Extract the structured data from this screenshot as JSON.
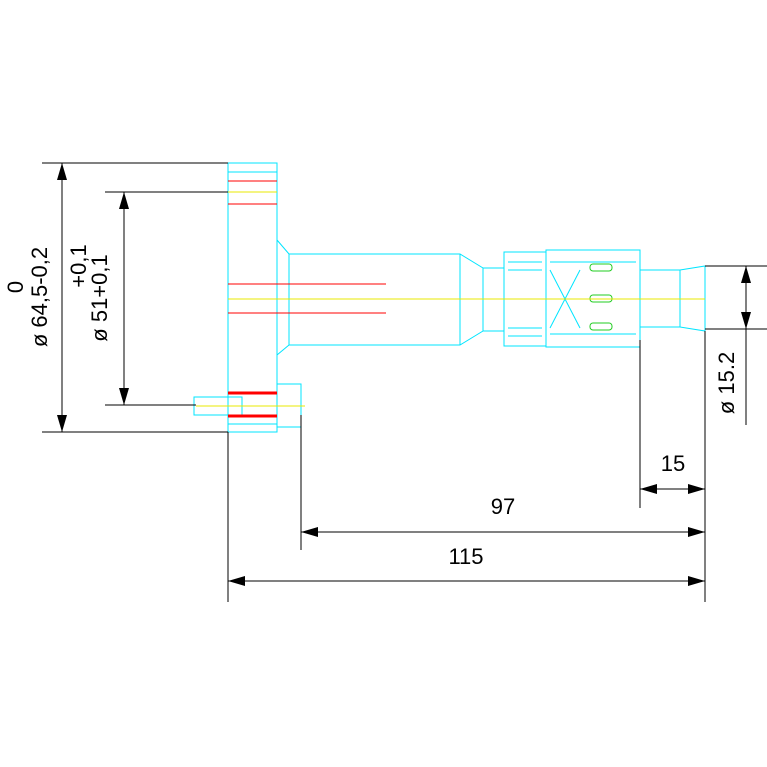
{
  "dimensions": {
    "flange_diameter": "ø 64,5-0,2",
    "flange_tolerance_upper": "0",
    "bore_diameter": "ø 51+0,1",
    "bore_tolerance_upper": "+0,1",
    "pipe_diameter": "ø 15.2",
    "length_short": "15",
    "length_mid": "97",
    "length_total": "115"
  },
  "colors": {
    "outline": "#00e5ff",
    "centerline": "#e8e800",
    "hidden": "#ff0000",
    "dimension": "#000000",
    "detail": "#22cc22"
  }
}
